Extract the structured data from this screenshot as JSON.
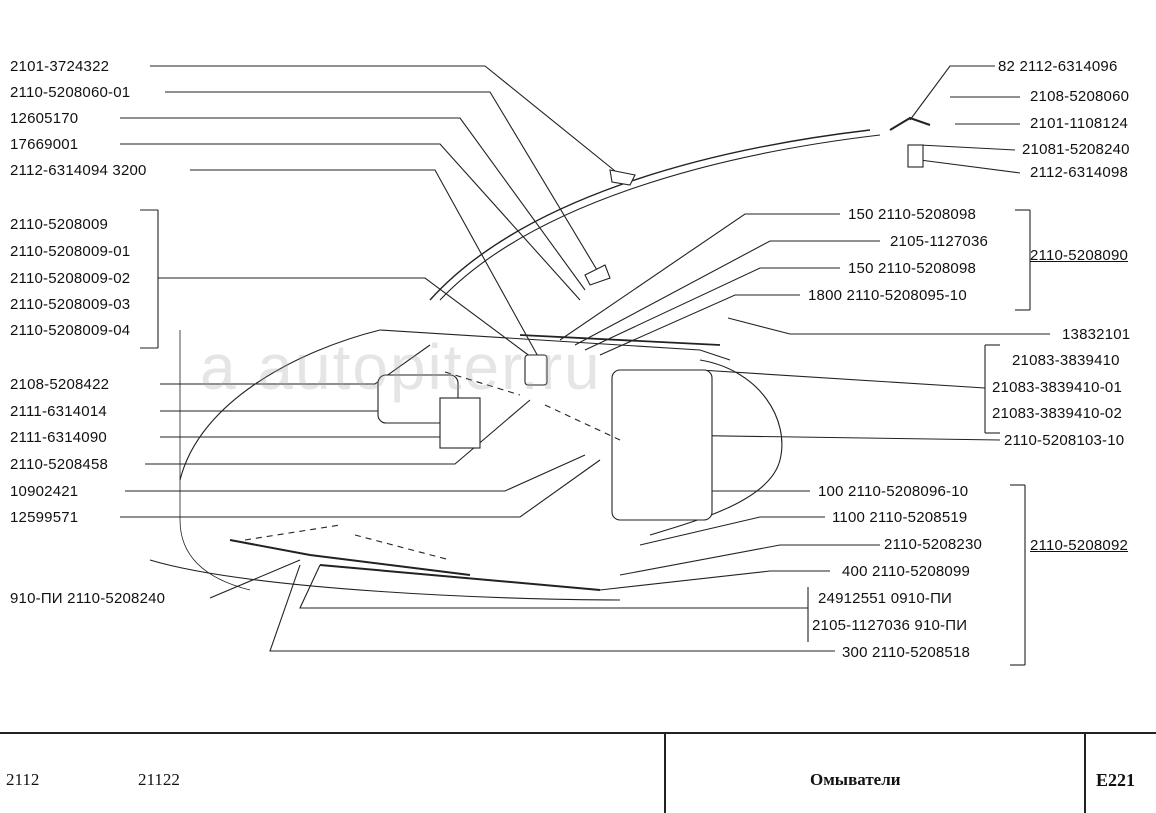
{
  "watermark": "a autopiter.ru",
  "left_labels": [
    "2101-3724322",
    "2110-5208060-01",
    "12605170",
    "17669001",
    "2112-6314094  3200",
    "2110-5208009",
    "2110-5208009-01",
    "2110-5208009-02",
    "2110-5208009-03",
    "2110-5208009-04",
    "2108-5208422",
    "2111-6314014",
    "2111-6314090",
    "2110-5208458",
    "10902421",
    "12599571",
    "910-ПИ  2110-5208240"
  ],
  "right_labels": [
    "82  2112-6314096",
    "2108-5208060",
    "2101-1108124",
    "21081-5208240",
    "2112-6314098",
    "150  2110-5208098",
    "2105-1127036",
    "150  2110-5208098",
    "1800  2110-5208095-10",
    "13832101",
    "21083-3839410",
    "21083-3839410-01",
    "21083-3839410-02",
    "2110-5208103-10",
    "100  2110-5208096-10",
    "1100  2110-5208519",
    "2110-5208230",
    "400  2110-5208099",
    "24912551  0910-ПИ",
    "2105-1127036  910-ПИ",
    "300  2110-5208518"
  ],
  "assemblies": [
    "2110-5208090",
    "2110-5208092"
  ],
  "footer": {
    "model_1": "2112",
    "model_2": "21122",
    "title": "Омыватели",
    "code": "E221"
  }
}
